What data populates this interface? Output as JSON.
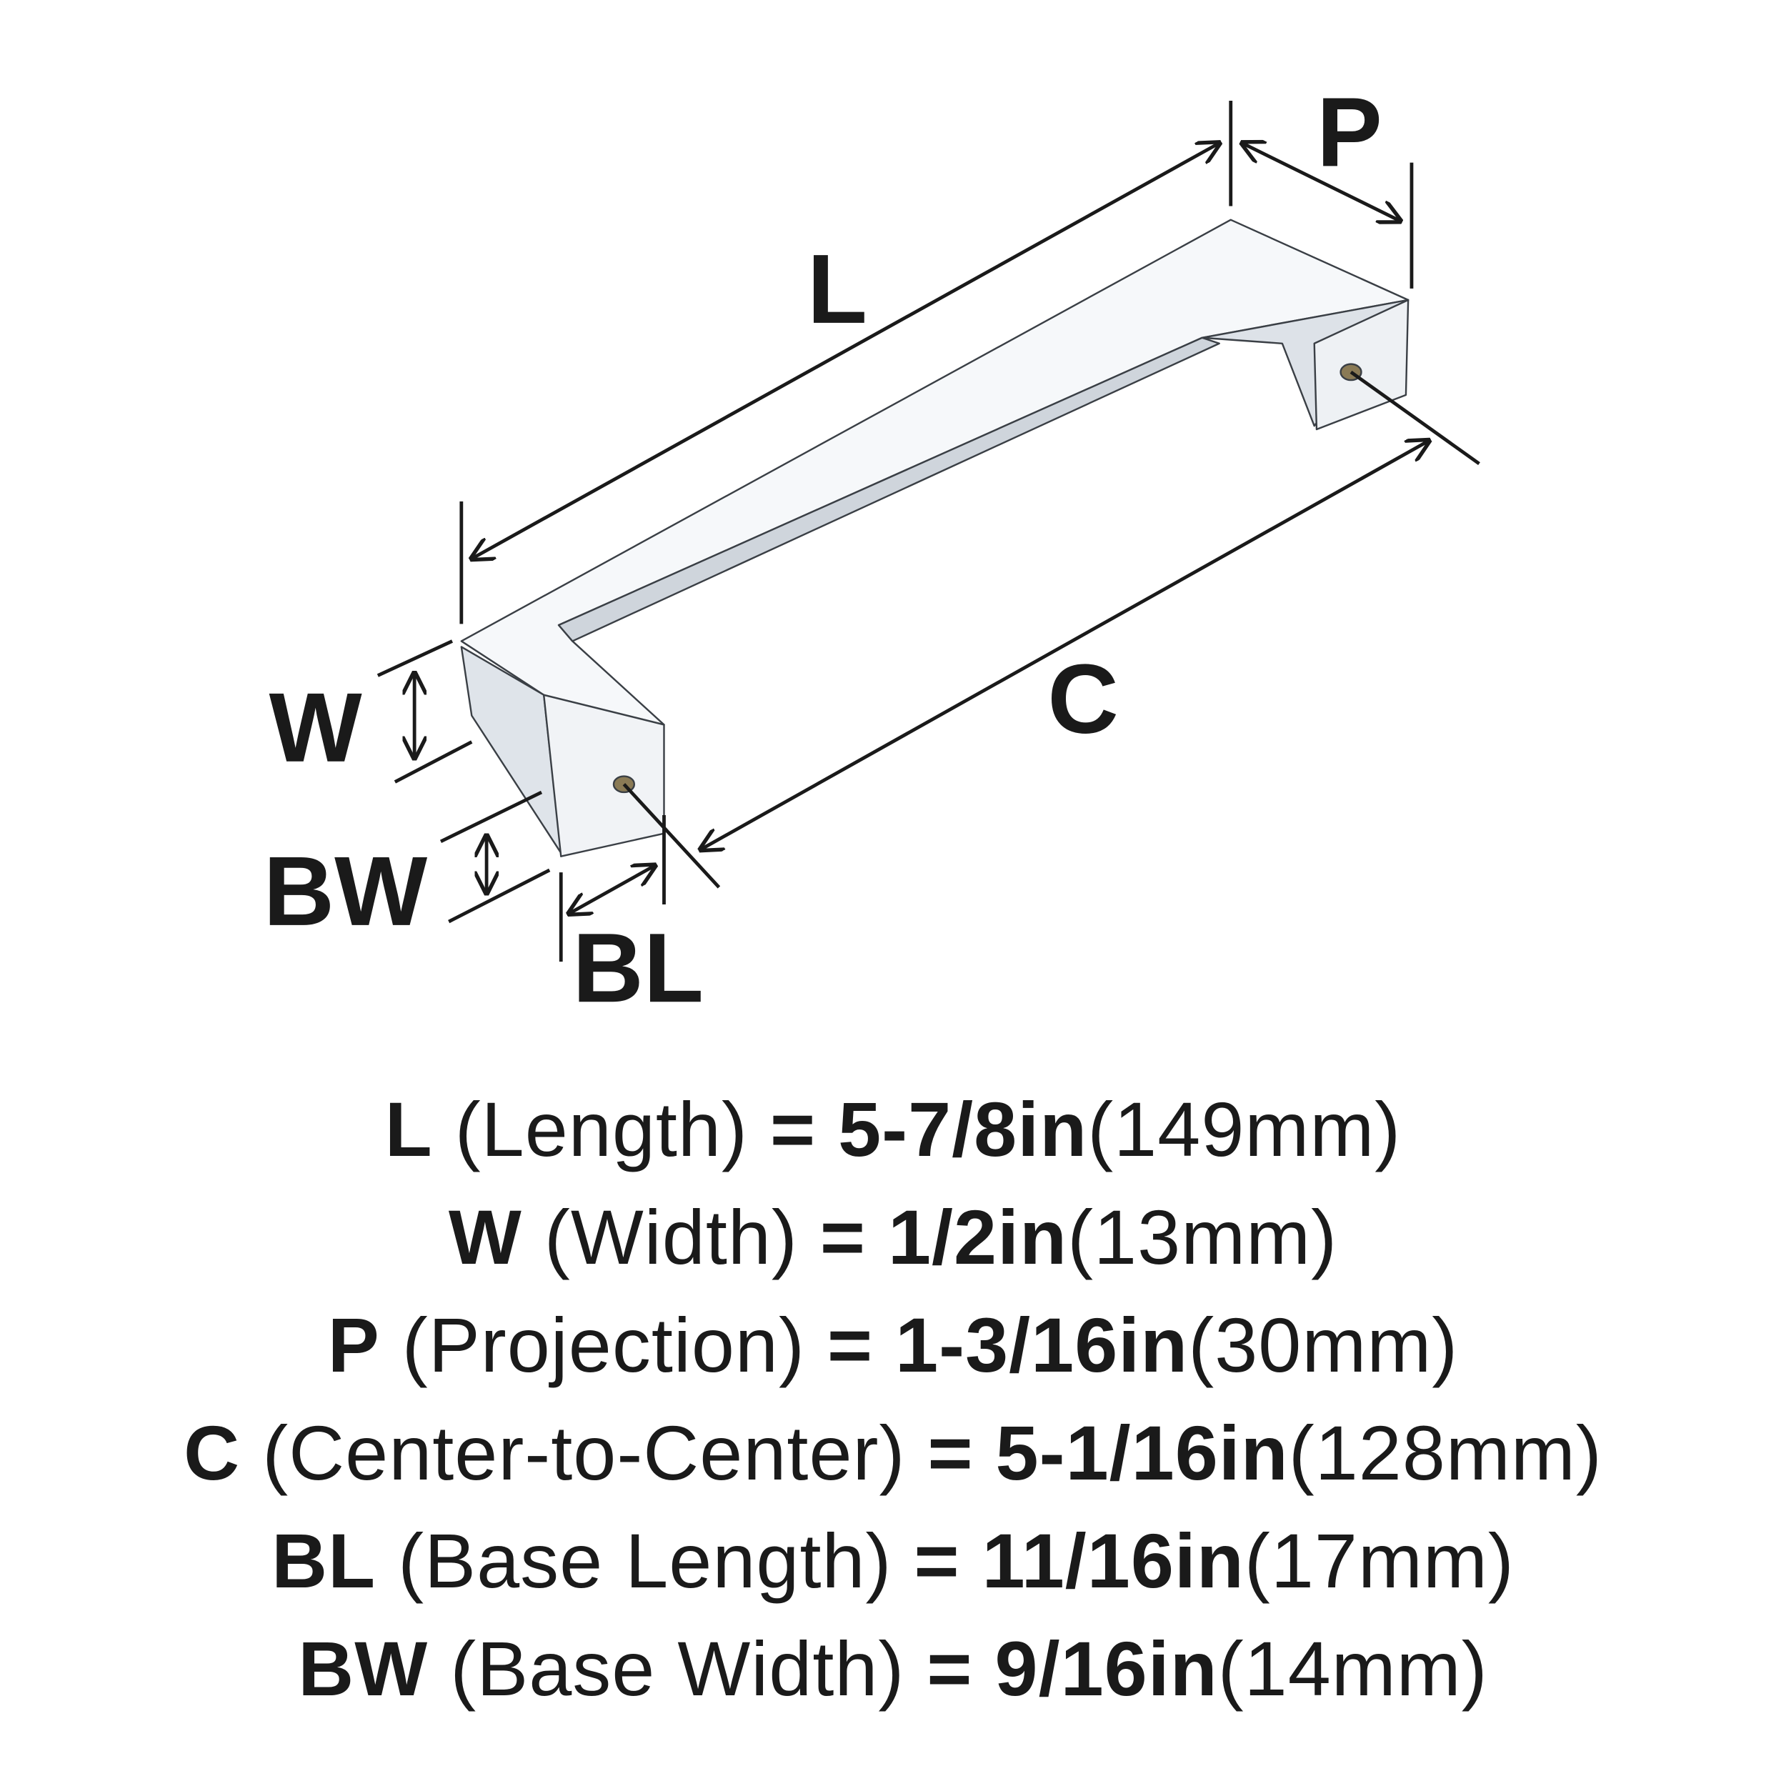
{
  "diagram": {
    "labels": {
      "L": "L",
      "P": "P",
      "C": "C",
      "W": "W",
      "BW": "BW",
      "BL": "BL"
    },
    "colors": {
      "ink": "#1a1a1a",
      "chrome_light": "#f4f6f8",
      "chrome_mid": "#d9dee4",
      "chrome_dark": "#9aa3ad",
      "hole": "#8a7a55"
    }
  },
  "specs": [
    {
      "code": "L",
      "name": "(Length)",
      "eq": "=",
      "imperial": "5-7/8in",
      "metric": "(149mm)"
    },
    {
      "code": "W",
      "name": "(Width)",
      "eq": "=",
      "imperial": "1/2in",
      "metric": "(13mm)"
    },
    {
      "code": "P",
      "name": "(Projection)",
      "eq": "=",
      "imperial": "1-3/16in",
      "metric": "(30mm)"
    },
    {
      "code": "C",
      "name": "(Center-to-Center)",
      "eq": "=",
      "imperial": "5-1/16in",
      "metric": "(128mm)"
    },
    {
      "code": "BL",
      "name": "(Base Length)",
      "eq": "=",
      "imperial": "11/16in",
      "metric": "(17mm)"
    },
    {
      "code": "BW",
      "name": "(Base Width)",
      "eq": "=",
      "imperial": "9/16in",
      "metric": "(14mm)"
    }
  ]
}
